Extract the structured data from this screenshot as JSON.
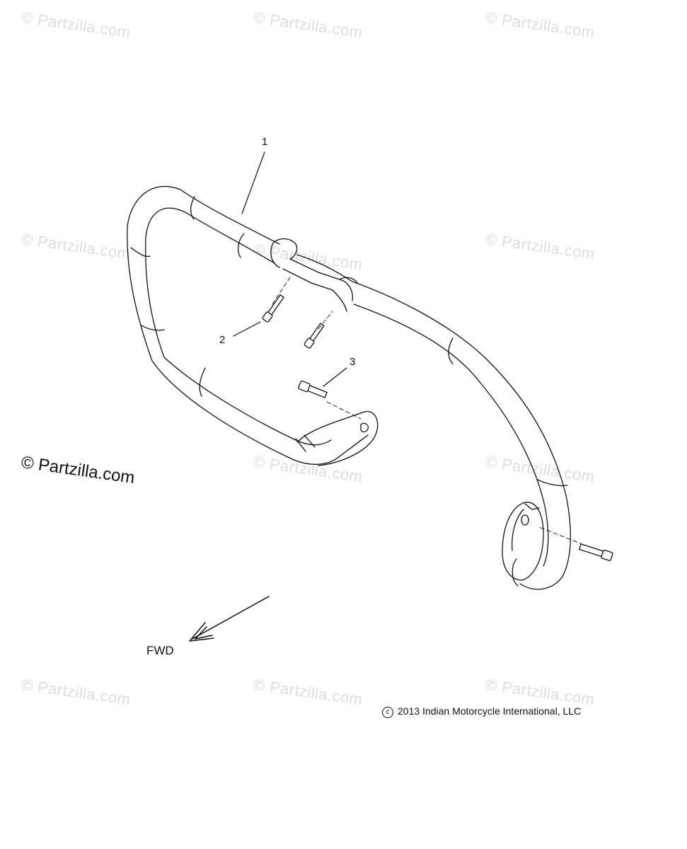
{
  "watermark": {
    "text": "© Partzilla.com",
    "main_text": "© Partzilla.com"
  },
  "callouts": [
    "1",
    "2",
    "3"
  ],
  "direction_label": "FWD",
  "copyright": {
    "symbol": "c",
    "text": "2013 Indian Motorcycle International, LLC"
  },
  "colors": {
    "line": "#111111",
    "watermark": "#dedede"
  },
  "icons": {
    "direction_arrow": "arrow-down-left-icon"
  }
}
